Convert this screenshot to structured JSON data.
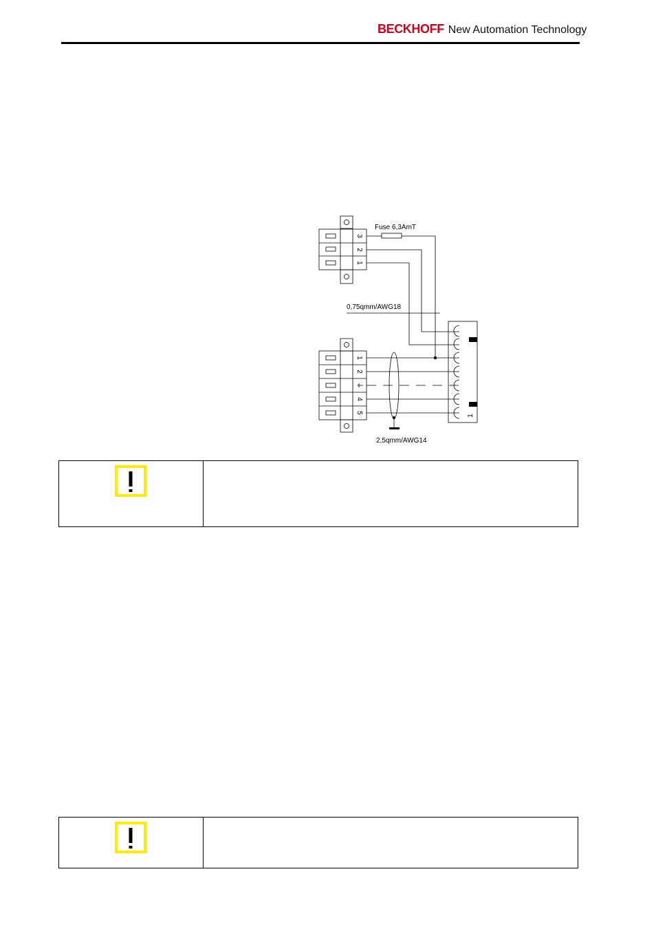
{
  "header": {
    "brand": "BECKHOFF",
    "tagline": "New Automation Technology"
  },
  "diagram": {
    "fuse_label": "Fuse 6,3AmT",
    "wire_label_top": "0,75qmm/AWG18",
    "wire_label_bottom": "2,5qmm/AWG14",
    "top_connector_pins": [
      "3",
      "2",
      "1"
    ],
    "bottom_connector_pins": [
      "1",
      "2",
      "⏚",
      "4",
      "5"
    ],
    "terminal_pin_label": "1"
  },
  "notes": [
    {
      "icon": "attention-icon",
      "text": ""
    },
    {
      "icon": "attention-icon",
      "text": ""
    }
  ],
  "colors": {
    "brand_red": "#d4001a",
    "attention_yellow": "#ffea00"
  }
}
